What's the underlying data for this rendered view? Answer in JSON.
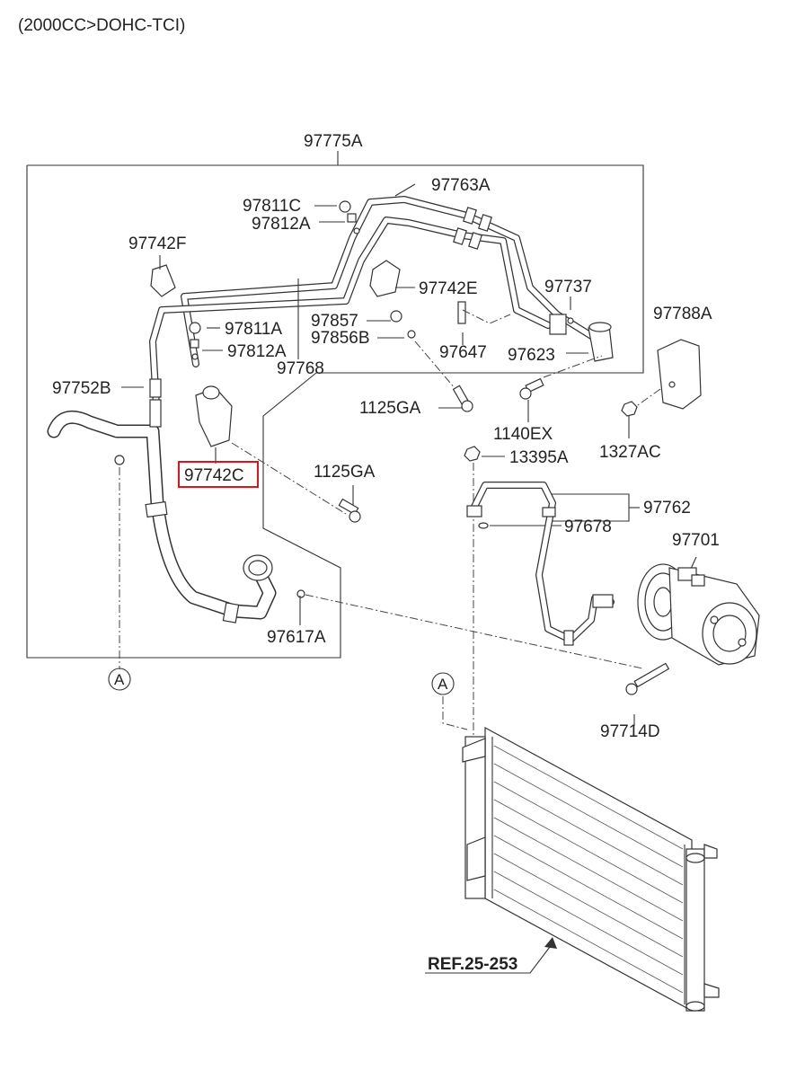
{
  "header": {
    "title": "(2000CC>DOHC-TCI)"
  },
  "labels": {
    "p97775A": "97775A",
    "p97763A": "97763A",
    "p97811C": "97811C",
    "p97812A_top": "97812A",
    "p97742F": "97742F",
    "p97742E": "97742E",
    "p97737": "97737",
    "p97857": "97857",
    "p97856B": "97856B",
    "p97811A": "97811A",
    "p97812A_mid": "97812A",
    "p97768": "97768",
    "p97647": "97647",
    "p97623": "97623",
    "p97788A": "97788A",
    "p97752B": "97752B",
    "p1125GA_top": "1125GA",
    "p1140EX": "1140EX",
    "p1327AC": "1327AC",
    "p97742C": "97742C",
    "p13395A": "13395A",
    "p1125GA_mid": "1125GA",
    "p97762": "97762",
    "p97678": "97678",
    "p97701": "97701",
    "p97617A": "97617A",
    "p97714D": "97714D",
    "ref": "REF.25-253",
    "circle_left": "A",
    "circle_right": "A"
  },
  "highlight_color": "#e0121b"
}
